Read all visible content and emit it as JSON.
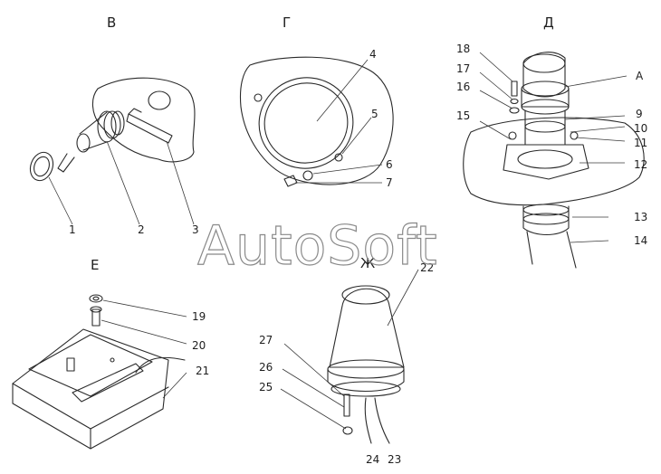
{
  "watermark": "AutoSoft",
  "sections": {
    "v": "В",
    "g": "Г",
    "d": "Д",
    "e": "Е",
    "zh": "Ж"
  },
  "labels": {
    "p1": "1",
    "p2": "2",
    "p3": "3",
    "p4": "4",
    "p5": "5",
    "p6": "6",
    "p7": "7",
    "pA": "А",
    "p9": "9",
    "p10": "10",
    "p11": "11",
    "p12": "12",
    "p13": "13",
    "p14": "14",
    "p15": "15",
    "p16": "16",
    "p17": "17",
    "p18": "18",
    "p19": "19",
    "p20": "20",
    "p21": "21",
    "p22": "22",
    "p23": "23",
    "p24": "24",
    "p25": "25",
    "p26": "26",
    "p27": "27"
  }
}
